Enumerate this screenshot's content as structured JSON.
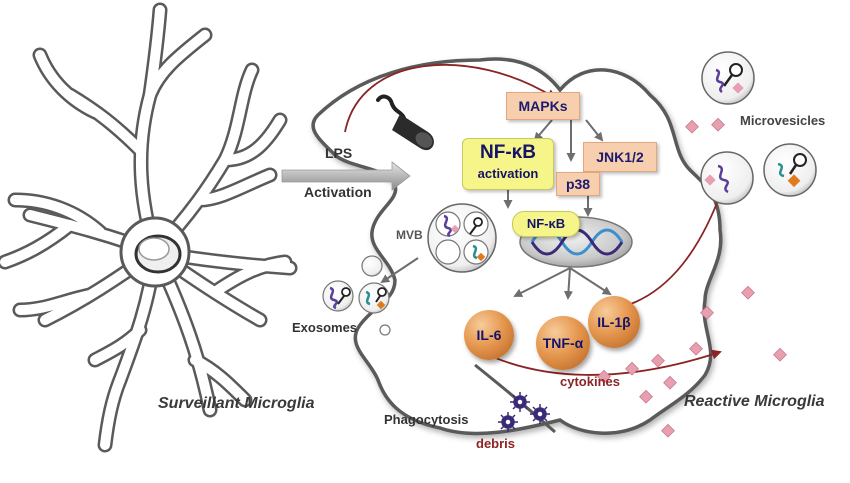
{
  "labels": {
    "lps": "LPS",
    "activation": "Activation",
    "mapks": "MAPKs",
    "nfkb_activation_line1": "NF-κB",
    "nfkb_activation_line2": "activation",
    "jnk": "JNK1/2",
    "p38": "p38",
    "nfkb": "NF-κB",
    "mvb": "MVB",
    "exosomes": "Exosomes",
    "il6": "IL-6",
    "tnfa": "TNF-α",
    "il1b": "IL-1β",
    "cytokines": "cytokines",
    "phagocytosis": "Phagocytosis",
    "debris": "debris",
    "microvesicles": "Microvesicles",
    "surveillant": "Surveillant Microglia",
    "reactive": "Reactive Microglia"
  },
  "colors": {
    "box_fill": "#f7cfae",
    "nfkb_fill": "#f6f58a",
    "cytokine_ball": "#e6974f",
    "arrow_red": "#8b2424",
    "text_navy": "#1c1c6e",
    "text_maroon": "#8b2424",
    "cell_outline": "#555555",
    "cargo_pink": "#e79fb3"
  },
  "icons": [
    "lps-molecule-icon",
    "dna-helix-icon",
    "debris-particle-icon",
    "rna-cargo-icon",
    "protein-cargo-icon"
  ]
}
